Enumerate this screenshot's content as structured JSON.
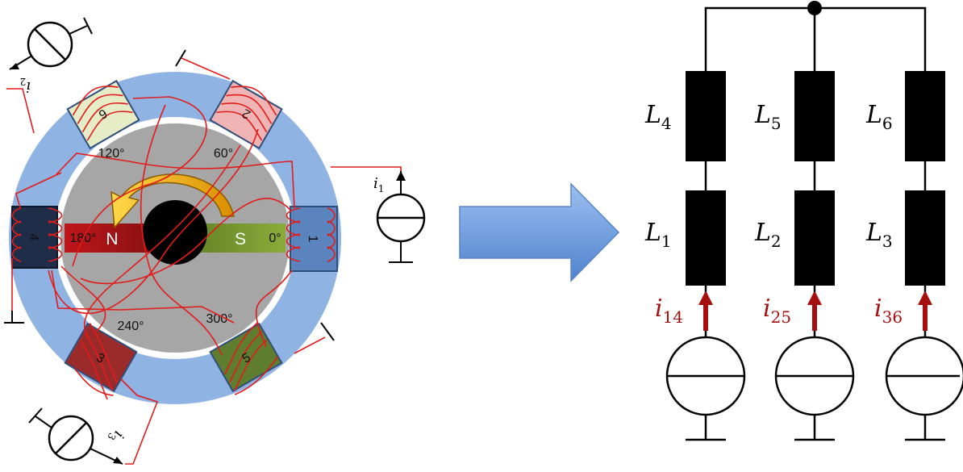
{
  "colors": {
    "stator": "#8fb4e3",
    "rotor": "#a6a6a6",
    "north": "#c0161a",
    "south": "#7a9a30",
    "winding": "#e21b1b",
    "current": "#a50f0f",
    "arrow": "#6a9ad8",
    "rotation_arrow": "#e8a500"
  },
  "motor": {
    "angles": {
      "a60": "60°",
      "a120": "120°",
      "a180": "180°",
      "a0": "0°",
      "a240": "240°",
      "a300": "300°"
    },
    "rotor": {
      "north": "N",
      "south": "S"
    },
    "coil_numbers": {
      "c1": "1",
      "c2": "2",
      "c3": "3",
      "c4": "4",
      "c5": "5",
      "c6": "6"
    },
    "sources": {
      "i1": {
        "sym": "i",
        "sub": "1"
      },
      "i2": {
        "sym": "i",
        "sub": "2"
      },
      "i3": {
        "sym": "i",
        "sub": "3"
      }
    }
  },
  "circuit": {
    "inductors": [
      {
        "sym": "L",
        "sub": "4"
      },
      {
        "sym": "L",
        "sub": "5"
      },
      {
        "sym": "L",
        "sub": "6"
      },
      {
        "sym": "L",
        "sub": "1"
      },
      {
        "sym": "L",
        "sub": "2"
      },
      {
        "sym": "L",
        "sub": "3"
      }
    ],
    "currents": [
      {
        "sym": "i",
        "sub": "14"
      },
      {
        "sym": "i",
        "sub": "25"
      },
      {
        "sym": "i",
        "sub": "36"
      }
    ]
  }
}
